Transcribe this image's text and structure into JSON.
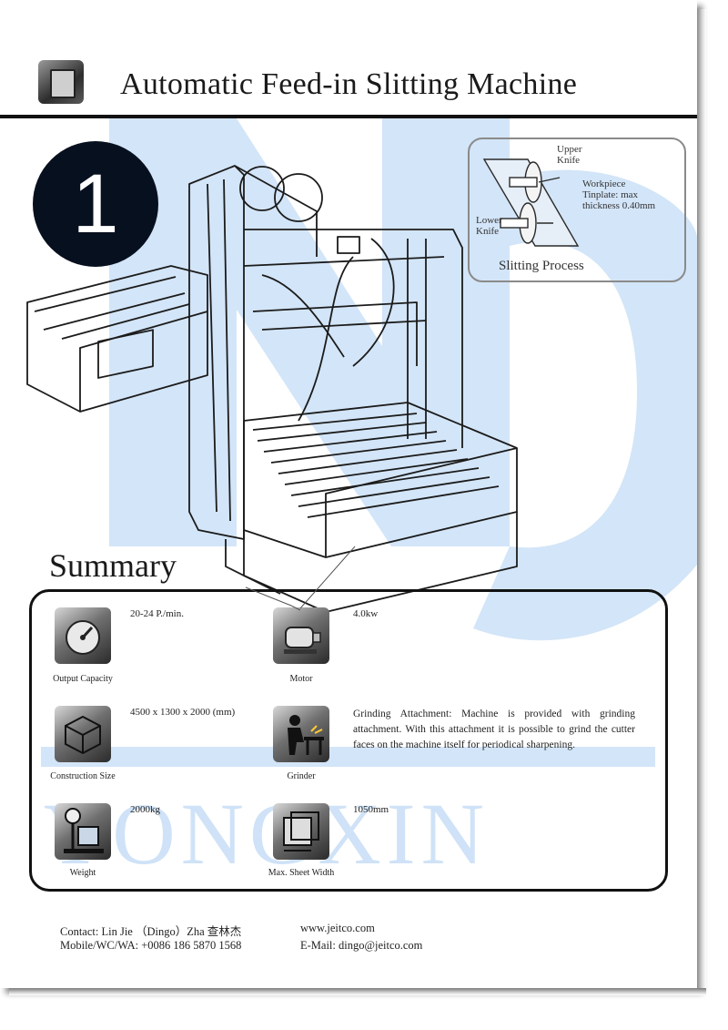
{
  "header": {
    "title": "Automatic Feed-in Slitting Machine",
    "section_number": "1"
  },
  "slitting_diagram": {
    "caption": "Slitting Process",
    "labels": {
      "upper": "Upper",
      "upper_knife": "Knife",
      "workpiece": "Workpiece",
      "tinplate": "Tinplate: max",
      "thickness": "thickness 0.40mm",
      "lower": "Lower",
      "lower_knife": "Knife"
    }
  },
  "watermark": {
    "text": "YONGXIN",
    "color": "#cfe2f7"
  },
  "summary": {
    "title": "Summary",
    "items": [
      {
        "icon": "speedometer-icon",
        "caption": "Output Capacity",
        "value": "20-24 P./min."
      },
      {
        "icon": "motor-icon",
        "caption": "Motor",
        "value": "4.0kw"
      },
      {
        "icon": "cube-icon",
        "caption": "Construction Size",
        "value": "4500 x 1300 x 2000 (mm)"
      },
      {
        "icon": "grinder-icon",
        "caption": "Grinder",
        "value": "Grinding Attachment: Machine is provided with grinding attachment. With this attachment it is possible to grind the cutter faces on the machine itself for periodical sharpening."
      },
      {
        "icon": "scale-icon",
        "caption": "Weight",
        "value": "2000kg"
      },
      {
        "icon": "sheet-width-icon",
        "caption": "Max. Sheet Width",
        "value": "1050mm"
      }
    ]
  },
  "footer": {
    "contact": "Contact: Lin Jie （Dingo）Zha 查林杰",
    "website": "www.jeitco.com",
    "phone": "Mobile/WC/WA: +0086 186 5870 1568",
    "email": "E-Mail: dingo@jeitco.com"
  }
}
